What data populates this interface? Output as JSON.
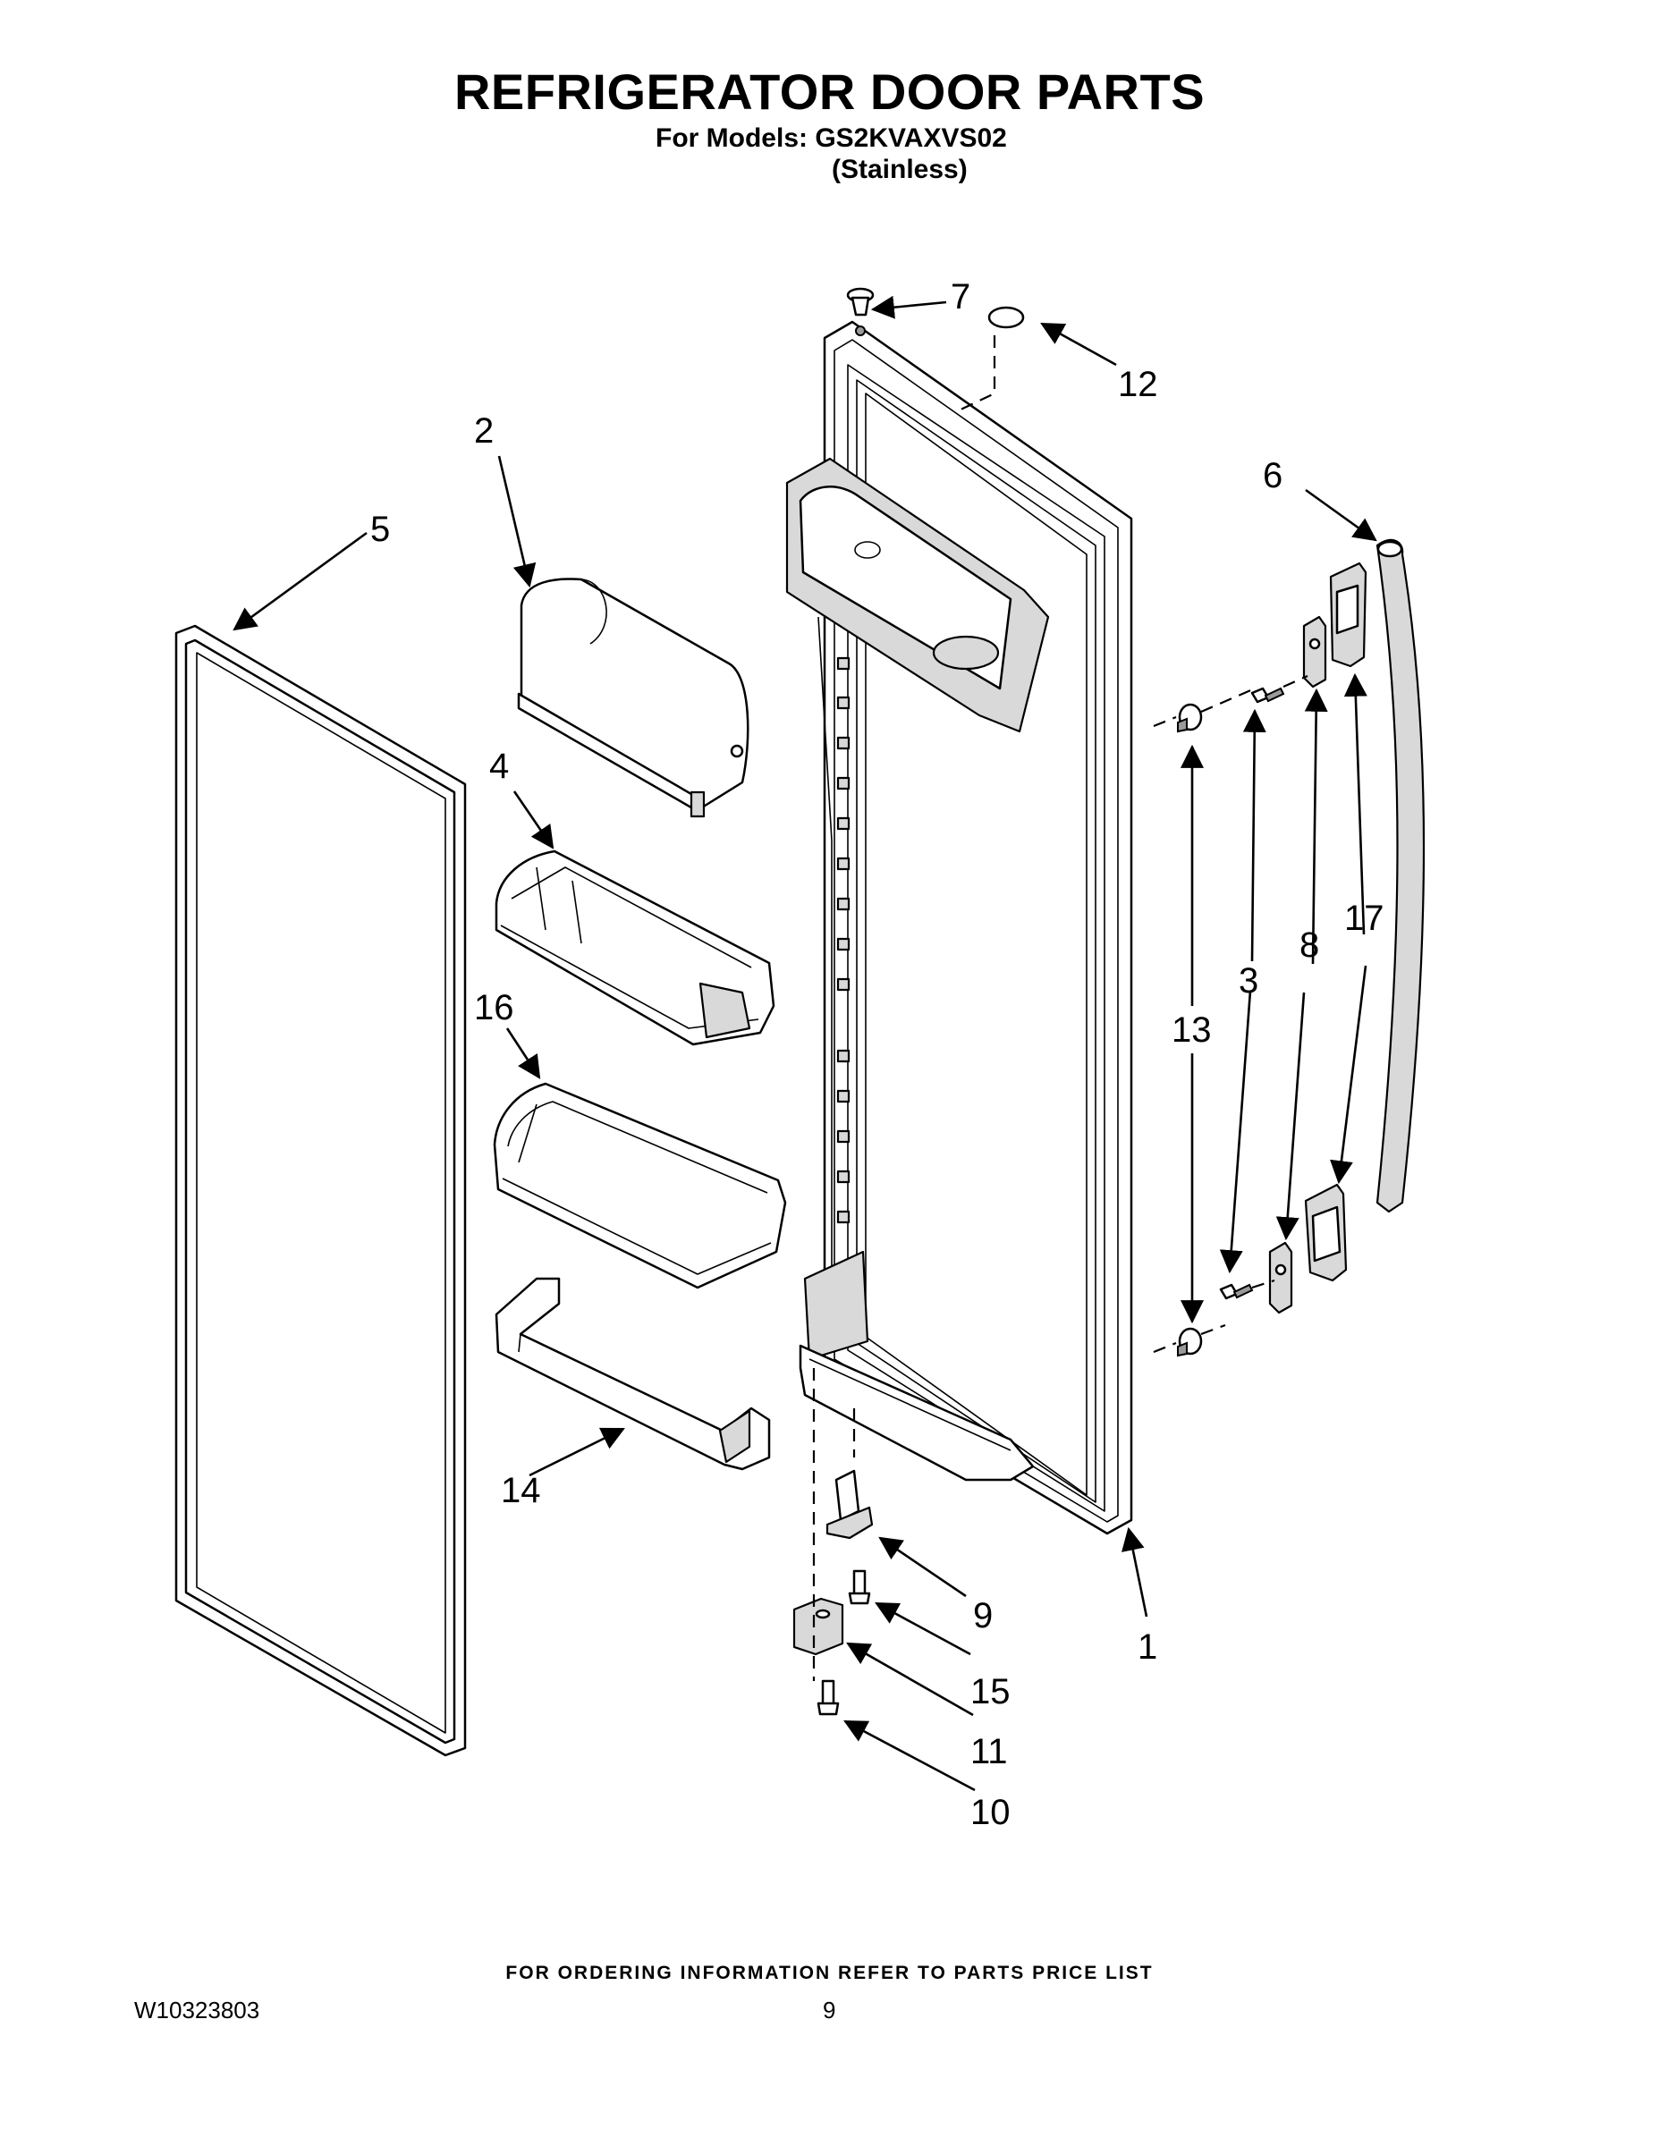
{
  "header": {
    "title": "REFRIGERATOR DOOR PARTS",
    "models_line": "For Models: GS2KVAXVS02",
    "finish_line": "(Stainless)"
  },
  "footer": {
    "ordering_note": "FOR ORDERING INFORMATION REFER TO PARTS PRICE LIST",
    "document_number": "W10323803",
    "page_number": "9"
  },
  "callouts": {
    "c1": "1",
    "c2": "2",
    "c3": "3",
    "c4": "4",
    "c5": "5",
    "c6": "6",
    "c7": "7",
    "c8": "8",
    "c9": "9",
    "c10": "10",
    "c11": "11",
    "c12": "12",
    "c13": "13",
    "c14": "14",
    "c15": "15",
    "c16": "16",
    "c17": "17"
  }
}
